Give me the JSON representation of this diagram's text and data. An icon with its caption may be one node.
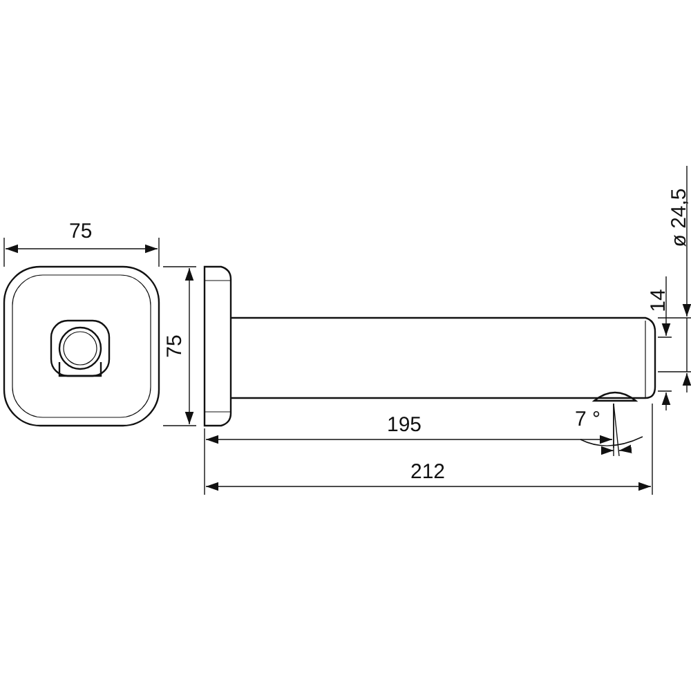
{
  "diagram": {
    "labels": [
      "75",
      "75",
      "ø 24,5",
      "14",
      "7 °",
      "195",
      "212"
    ]
  }
}
